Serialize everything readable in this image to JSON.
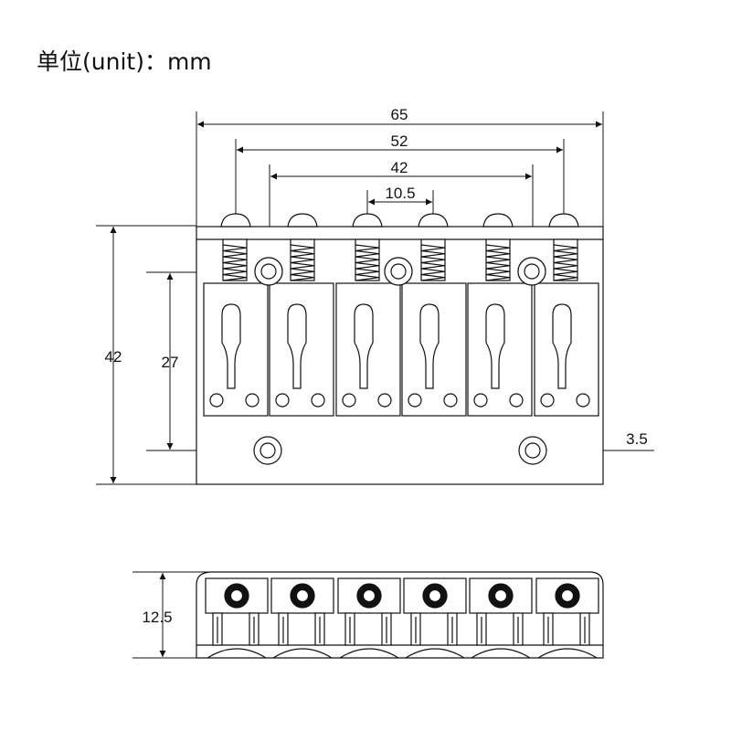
{
  "title": "单位(unit)：mm",
  "dimensions": {
    "overall_width": "65",
    "outer_saddle_span": "52",
    "mount_hole_span": "42",
    "saddle_spacing": "10.5",
    "height": "42",
    "mount_hole_offset": "27",
    "hole_diameter": "3.5",
    "profile_height": "12.5"
  },
  "colors": {
    "line": "#111111",
    "background": "#ffffff"
  }
}
